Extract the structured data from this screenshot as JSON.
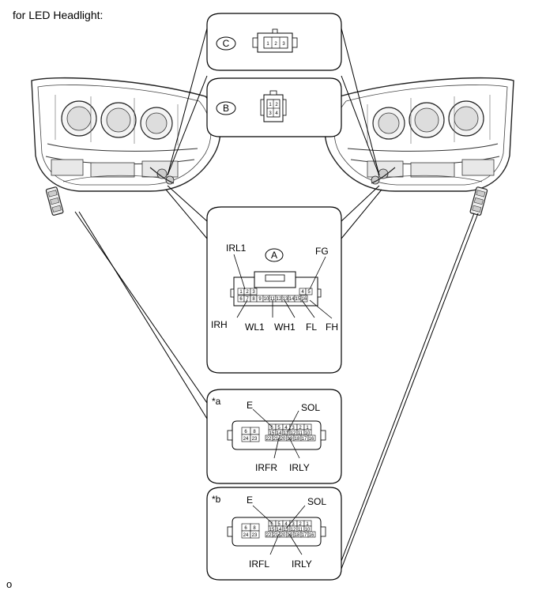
{
  "header": {
    "title": "for LED Headlight:"
  },
  "footer": {
    "code": "o"
  },
  "connectors": {
    "c": {
      "id": "C",
      "pins": [
        "1",
        "2",
        "3"
      ]
    },
    "b": {
      "id": "B",
      "pins": [
        "1",
        "2",
        "3",
        "4"
      ]
    },
    "a": {
      "id": "A",
      "pins_top": [
        "1",
        "2",
        "3",
        "4",
        "5"
      ],
      "pins_bottom": [
        "6",
        "7",
        "8",
        "9",
        "10",
        "11",
        "12",
        "13",
        "14",
        "15",
        "16"
      ],
      "labels": {
        "irl1": "IRL1",
        "fg": "FG",
        "irh": "IRH",
        "wl1": "WL1",
        "wh1": "WH1",
        "fl": "FL",
        "fh": "FH"
      }
    },
    "star_a": {
      "tag": "*a",
      "left_pins": [
        "6",
        "8",
        "24",
        "23"
      ],
      "pins_top": [
        "6",
        "5",
        "4",
        "3",
        "2",
        "1"
      ],
      "pins_mid": [
        "15",
        "14",
        "13",
        "12",
        "11",
        "10"
      ],
      "pins_bot": [
        "22",
        "21",
        "20",
        "19",
        "18",
        "17",
        "16"
      ],
      "labels": {
        "e": "E",
        "sol": "SOL",
        "irfr": "IRFR",
        "irly": "IRLY"
      }
    },
    "star_b": {
      "tag": "*b",
      "left_pins": [
        "6",
        "8",
        "24",
        "23"
      ],
      "pins_top": [
        "6",
        "5",
        "4",
        "3",
        "2",
        "1"
      ],
      "pins_mid": [
        "15",
        "14",
        "13",
        "12",
        "11",
        "10"
      ],
      "pins_bot": [
        "22",
        "21",
        "20",
        "19",
        "18",
        "17",
        "16"
      ],
      "labels": {
        "e": "E",
        "sol": "SOL",
        "irfl": "IRFL",
        "irly": "IRLY"
      }
    }
  }
}
